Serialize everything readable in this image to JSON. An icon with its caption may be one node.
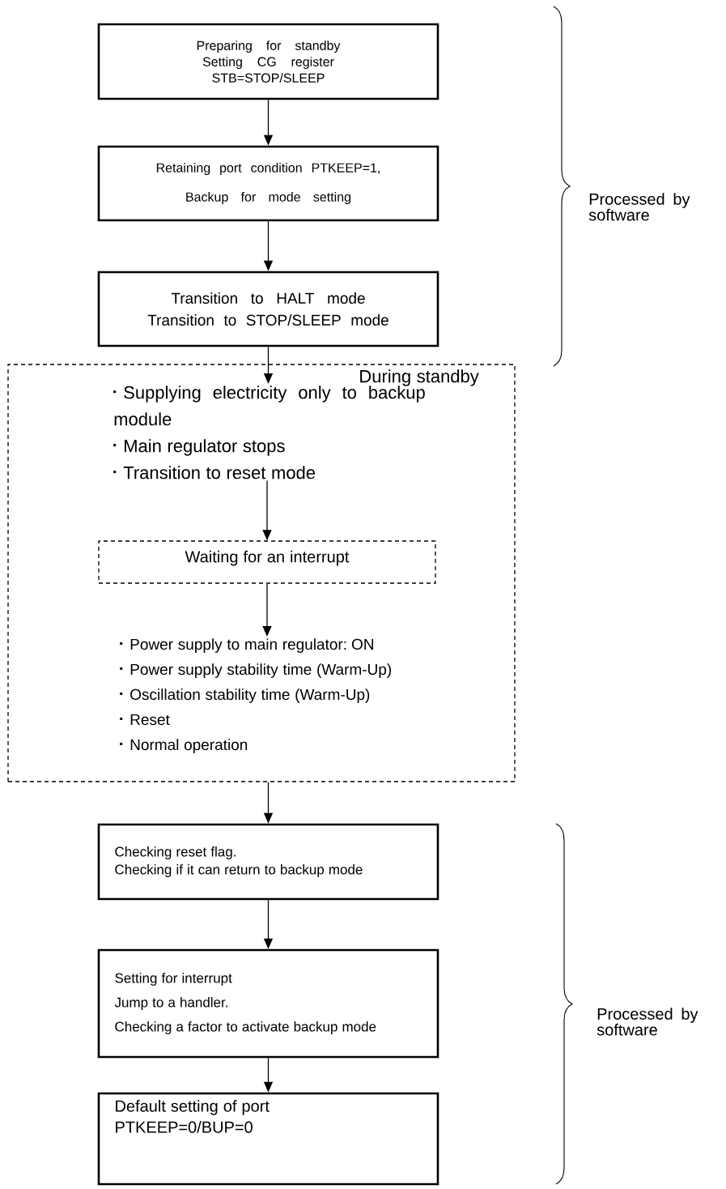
{
  "diagram": {
    "nodes": [
      {
        "text": [
          "Preparing for standby",
          "Setting CG register",
          "STB=STOP/SLEEP"
        ]
      },
      {
        "text": [
          "Retaining port condition PTKEEP=1,",
          "Backup for mode setting"
        ]
      },
      {
        "text": [
          "Transition to HALT mode",
          "Transition to STOP/SLEEP mode"
        ]
      },
      {
        "text": [
          "During standby"
        ]
      },
      {
        "text": [
          "Supplying electricity only to backup module",
          "Main regulator stops",
          "Transition to reset mode"
        ],
        "in": 3
      },
      {
        "text": [
          "Waiting for an interrupt"
        ],
        "in": 3
      },
      {
        "text": [
          "Power supply to main regulator: ON",
          "Power supply stability time (Warm-Up)",
          "Oscillation stability time (Warm-Up)",
          "Reset",
          "Normal operation"
        ],
        "in": 3
      },
      {
        "text": [
          "Checking reset flag.",
          "Checking if it can return to backup mode"
        ]
      },
      {
        "text": [
          "Setting for interrupt",
          "Jump to a handler.",
          "Checking a factor to activate backup mode"
        ]
      },
      {
        "text": [
          "Default setting of port",
          "PTKEEP=0/BUP=0"
        ]
      }
    ],
    "edges": [
      {
        "from": 0,
        "to": 1,
        "arrow": "to"
      },
      {
        "from": 1,
        "to": 2,
        "arrow": "to"
      },
      {
        "from": 2,
        "to": 4,
        "arrow": "to"
      },
      {
        "from": 4,
        "to": 5,
        "arrow": "to"
      },
      {
        "from": 5,
        "to": 6,
        "arrow": "to"
      },
      {
        "from": 3,
        "to": 7,
        "arrow": "to"
      },
      {
        "from": 7,
        "to": 8,
        "arrow": "to"
      },
      {
        "from": 8,
        "to": 9,
        "arrow": "to"
      }
    ],
    "labels": [
      "Processed by software",
      "Processed by software"
    ]
  }
}
